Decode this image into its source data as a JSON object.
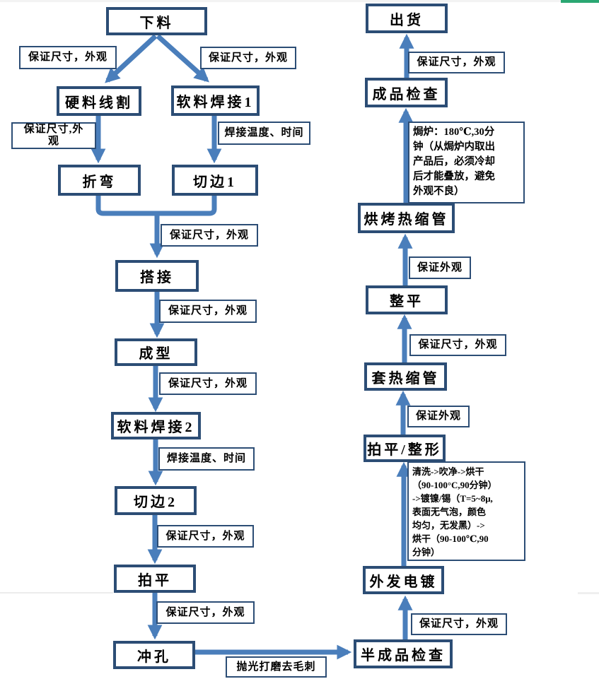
{
  "title": "工艺流程图",
  "colors": {
    "arrow": "#4a7ebb",
    "box_border": "#2c4d75",
    "top_bar_green": "#2aa772",
    "top_bar_gray": "#f3f3f3",
    "text": "#000000",
    "box_fill": "#ffffff"
  },
  "nodes": [
    {
      "id": "n0",
      "label": "下料"
    },
    {
      "id": "n1",
      "label": "硬料线割"
    },
    {
      "id": "n2",
      "label": "软料焊接1"
    },
    {
      "id": "n3",
      "label": "折弯"
    },
    {
      "id": "n4",
      "label": "切边1"
    },
    {
      "id": "n5",
      "label": "搭接"
    },
    {
      "id": "n6",
      "label": "成型"
    },
    {
      "id": "n7",
      "label": "软料焊接2"
    },
    {
      "id": "n8",
      "label": "切边2"
    },
    {
      "id": "n9",
      "label": "拍平"
    },
    {
      "id": "n10",
      "label": "冲孔"
    },
    {
      "id": "n11",
      "label": "半成品检查"
    },
    {
      "id": "n12",
      "label": "外发电镀"
    },
    {
      "id": "n13",
      "label": "拍平/整形"
    },
    {
      "id": "n14",
      "label": "套热缩管"
    },
    {
      "id": "n15",
      "label": "整平"
    },
    {
      "id": "n16",
      "label": "烘烤热缩管"
    },
    {
      "id": "n17",
      "label": "成品检查"
    },
    {
      "id": "n18",
      "label": "出货"
    }
  ],
  "annotations": [
    {
      "id": "a0",
      "text": "保证尺寸，外观"
    },
    {
      "id": "a1",
      "text": "保证尺寸，外观"
    },
    {
      "id": "a2",
      "text": "保证尺寸,外\n观"
    },
    {
      "id": "a3",
      "text": "焊接温度、时间"
    },
    {
      "id": "a4",
      "text": "保证尺寸，外观"
    },
    {
      "id": "a5",
      "text": "保证尺寸，外观"
    },
    {
      "id": "a6",
      "text": "保证尺寸，外观"
    },
    {
      "id": "a7",
      "text": "焊接温度、时间"
    },
    {
      "id": "a8",
      "text": "保证尺寸，外观"
    },
    {
      "id": "a9",
      "text": "保证尺寸，外观"
    },
    {
      "id": "a10",
      "text": "抛光打磨去毛刺"
    },
    {
      "id": "a11",
      "text": "保证尺寸，外观"
    },
    {
      "id": "a12",
      "text": "清洗->吹净->烘干\n（90-100°C,90分钟）\n->镀镍/锡（T=5~8μ,\n表面无气泡，颜色\n均匀，无发黑）->\n烘干（90-100℃,90\n分钟）"
    },
    {
      "id": "a13",
      "text": "保证外观"
    },
    {
      "id": "a14",
      "text": "保证尺寸，外观"
    },
    {
      "id": "a15",
      "text": "保证外观"
    },
    {
      "id": "a16",
      "text": "焗炉：180℃,30分\n钟（从焗炉内取出\n产品后，必须冷却\n后才能叠放，避免\n外观不良）"
    },
    {
      "id": "a17",
      "text": "保证尺寸，外观"
    }
  ]
}
